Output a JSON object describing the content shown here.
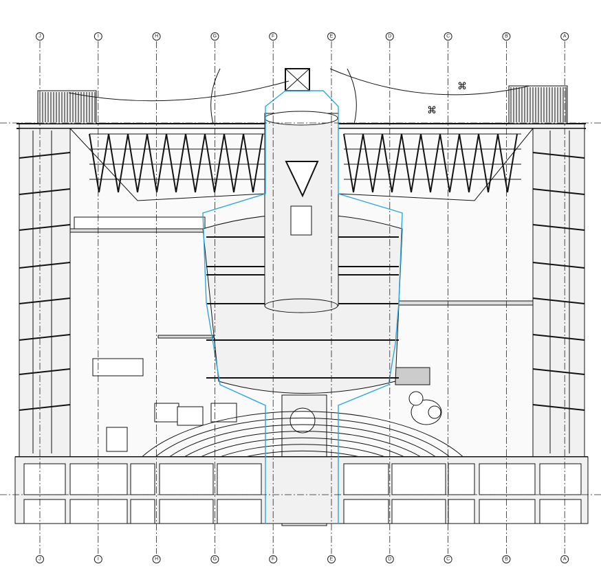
{
  "drawing": {
    "type": "architectural-section",
    "grid_labels": [
      "J",
      "I",
      "H",
      "G",
      "F",
      "E",
      "D",
      "C",
      "B",
      "A"
    ],
    "colors": {
      "line": "#111111",
      "highlight_outline": "#29a8e0",
      "fill": "#f1f1f1"
    }
  }
}
